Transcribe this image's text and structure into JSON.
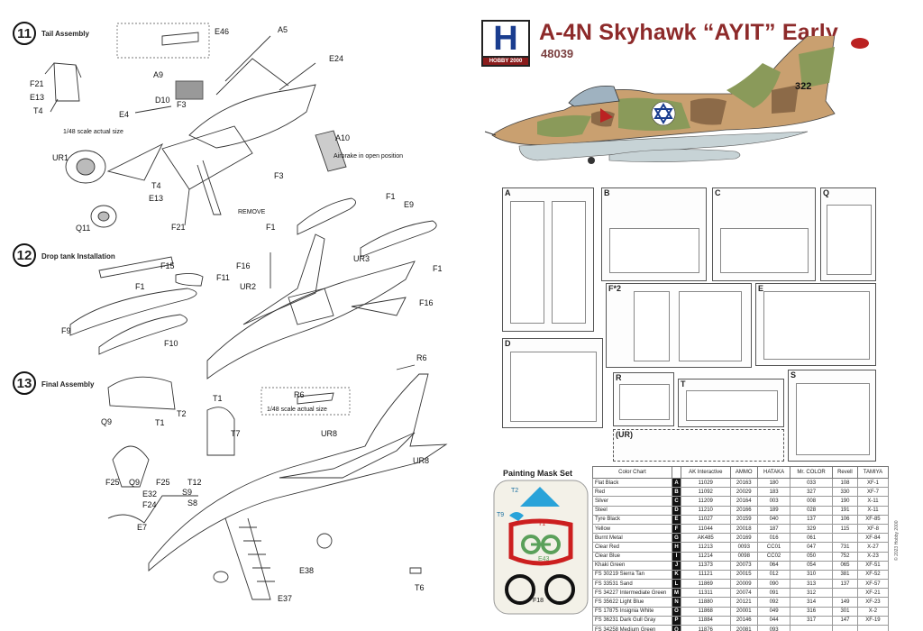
{
  "header": {
    "logo_text": "H",
    "logo_sub": "HOBBY 2000",
    "title": "A-4N Skyhawk “AYIT” Early",
    "kit_number": "48039",
    "tail_number": "322"
  },
  "steps": [
    {
      "num": "11",
      "title": "Tail Assembly"
    },
    {
      "num": "12",
      "title": "Drop tank  Installation"
    },
    {
      "num": "13",
      "title": "Final Assembly"
    }
  ],
  "step11_labels": [
    "E46",
    "A5",
    "E24",
    "A9",
    "D10",
    "F3",
    "E4",
    "A10",
    "UR1",
    "T4",
    "E13",
    "F21",
    "Q11",
    "F21",
    "E13",
    "T4",
    "F3",
    "REMOVE",
    "Airbrake in open position",
    "1/48 scale actual size"
  ],
  "step12_labels": [
    "F15",
    "F1",
    "F11",
    "F9",
    "F10",
    "F16",
    "F1",
    "E9",
    "UR3",
    "UR2",
    "F1",
    "F16",
    "F1"
  ],
  "step13_labels": [
    "R6",
    "T1",
    "T2",
    "T7",
    "Q9",
    "T1",
    "UR8",
    "UR8",
    "F25",
    "Q9",
    "F25",
    "T12",
    "S9",
    "S8",
    "E32",
    "F24",
    "E7",
    "E38",
    "E37",
    "T6",
    "R6",
    "1/48 scale actual size"
  ],
  "sprues": [
    {
      "id": "A"
    },
    {
      "id": "B"
    },
    {
      "id": "C"
    },
    {
      "id": "Q"
    },
    {
      "id": "F*2"
    },
    {
      "id": "E"
    },
    {
      "id": "D"
    },
    {
      "id": "R"
    },
    {
      "id": "T"
    },
    {
      "id": "S"
    },
    {
      "id": "(UR)"
    }
  ],
  "mask": {
    "title": "Painting Mask Set",
    "labels": [
      "T2",
      "T9",
      "T1",
      "E43",
      "F18"
    ]
  },
  "color_chart": {
    "headers": [
      "Color Chart",
      "",
      "AK Interactive",
      "AMMO",
      "HATAKA",
      "Mr. COLOR",
      "Revell",
      "TAMIYA"
    ],
    "rows": [
      [
        "Flat Black",
        "A",
        "11029",
        "20163",
        "180",
        "033",
        "108",
        "XF-1"
      ],
      [
        "Red",
        "B",
        "11092",
        "20029",
        "183",
        "327",
        "330",
        "XF-7"
      ],
      [
        "Silver",
        "C",
        "11209",
        "20164",
        "003",
        "008",
        "190",
        "X-11"
      ],
      [
        "Steel",
        "D",
        "11210",
        "20166",
        "189",
        "028",
        "191",
        "X-11"
      ],
      [
        "Tyre Black",
        "E",
        "11027",
        "20159",
        "040",
        "137",
        "106",
        "XF-85"
      ],
      [
        "Yellow",
        "F",
        "11044",
        "20018",
        "187",
        "329",
        "115",
        "XF-8"
      ],
      [
        "Burnt Metal",
        "G",
        "AK485",
        "20169",
        "016",
        "061",
        "",
        "XF-84"
      ],
      [
        "Clear Red",
        "H",
        "11213",
        "0093",
        "CC01",
        "047",
        "731",
        "X-27"
      ],
      [
        "Clear Blue",
        "I",
        "11214",
        "0098",
        "CC02",
        "050",
        "752",
        "X-23"
      ],
      [
        "Khaki Green",
        "J",
        "11373",
        "20073",
        "064",
        "054",
        "065",
        "XF-51"
      ],
      [
        "FS 30219 Sierra Tan",
        "K",
        "11121",
        "20015",
        "012",
        "310",
        "381",
        "XF-52"
      ],
      [
        "FS 33531 Sand",
        "L",
        "11869",
        "20009",
        "090",
        "313",
        "137",
        "XF-57"
      ],
      [
        "FS 34227 Intermediate Green",
        "M",
        "11311",
        "20074",
        "091",
        "312",
        "",
        "XF-21"
      ],
      [
        "FS 35622 Light Blue",
        "N",
        "11880",
        "20121",
        "092",
        "314",
        "149",
        "XF-23"
      ],
      [
        "FS 17875 Insignia White",
        "O",
        "11868",
        "20001",
        "049",
        "316",
        "301",
        "X-2"
      ],
      [
        "FS 36231 Dark Gull Gray",
        "P",
        "11884",
        "20146",
        "044",
        "317",
        "147",
        "XF-19"
      ],
      [
        "FS 34258 Medium Green",
        "Q",
        "11876",
        "20081",
        "093",
        "",
        "",
        ""
      ]
    ]
  },
  "copyright": "© 2023 Hobby 2000",
  "colors": {
    "title": "#8d2a2a",
    "logo_red": "#8a1c1c",
    "logo_blue": "#1a3d8f",
    "camo_tan": "#c9a070",
    "camo_green": "#8a9a5a",
    "camo_brown": "#8c6a48",
    "belly_blue": "#c7d3d6"
  }
}
